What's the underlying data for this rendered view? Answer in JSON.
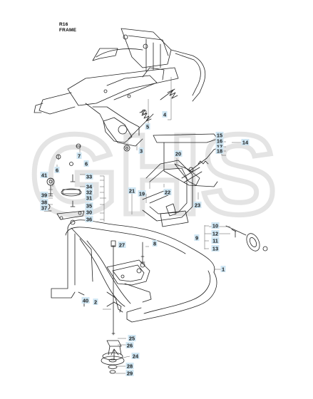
{
  "header": {
    "model": "R16",
    "section": "FRAME"
  },
  "watermark": "GHS",
  "colors": {
    "callout_bg": "#cfe6f3",
    "line": "#222222",
    "watermark": "#e4e4e4"
  },
  "callouts": [
    "1",
    "2",
    "3",
    "4",
    "5",
    "6",
    "6",
    "7",
    "8",
    "9",
    "10",
    "11",
    "12",
    "13",
    "14",
    "15",
    "16",
    "17",
    "18",
    "19",
    "20",
    "21",
    "22",
    "23",
    "24",
    "25",
    "26",
    "27",
    "28",
    "29",
    "30",
    "31",
    "32",
    "33",
    "34",
    "35",
    "36",
    "37",
    "38",
    "39",
    "40",
    "41"
  ]
}
